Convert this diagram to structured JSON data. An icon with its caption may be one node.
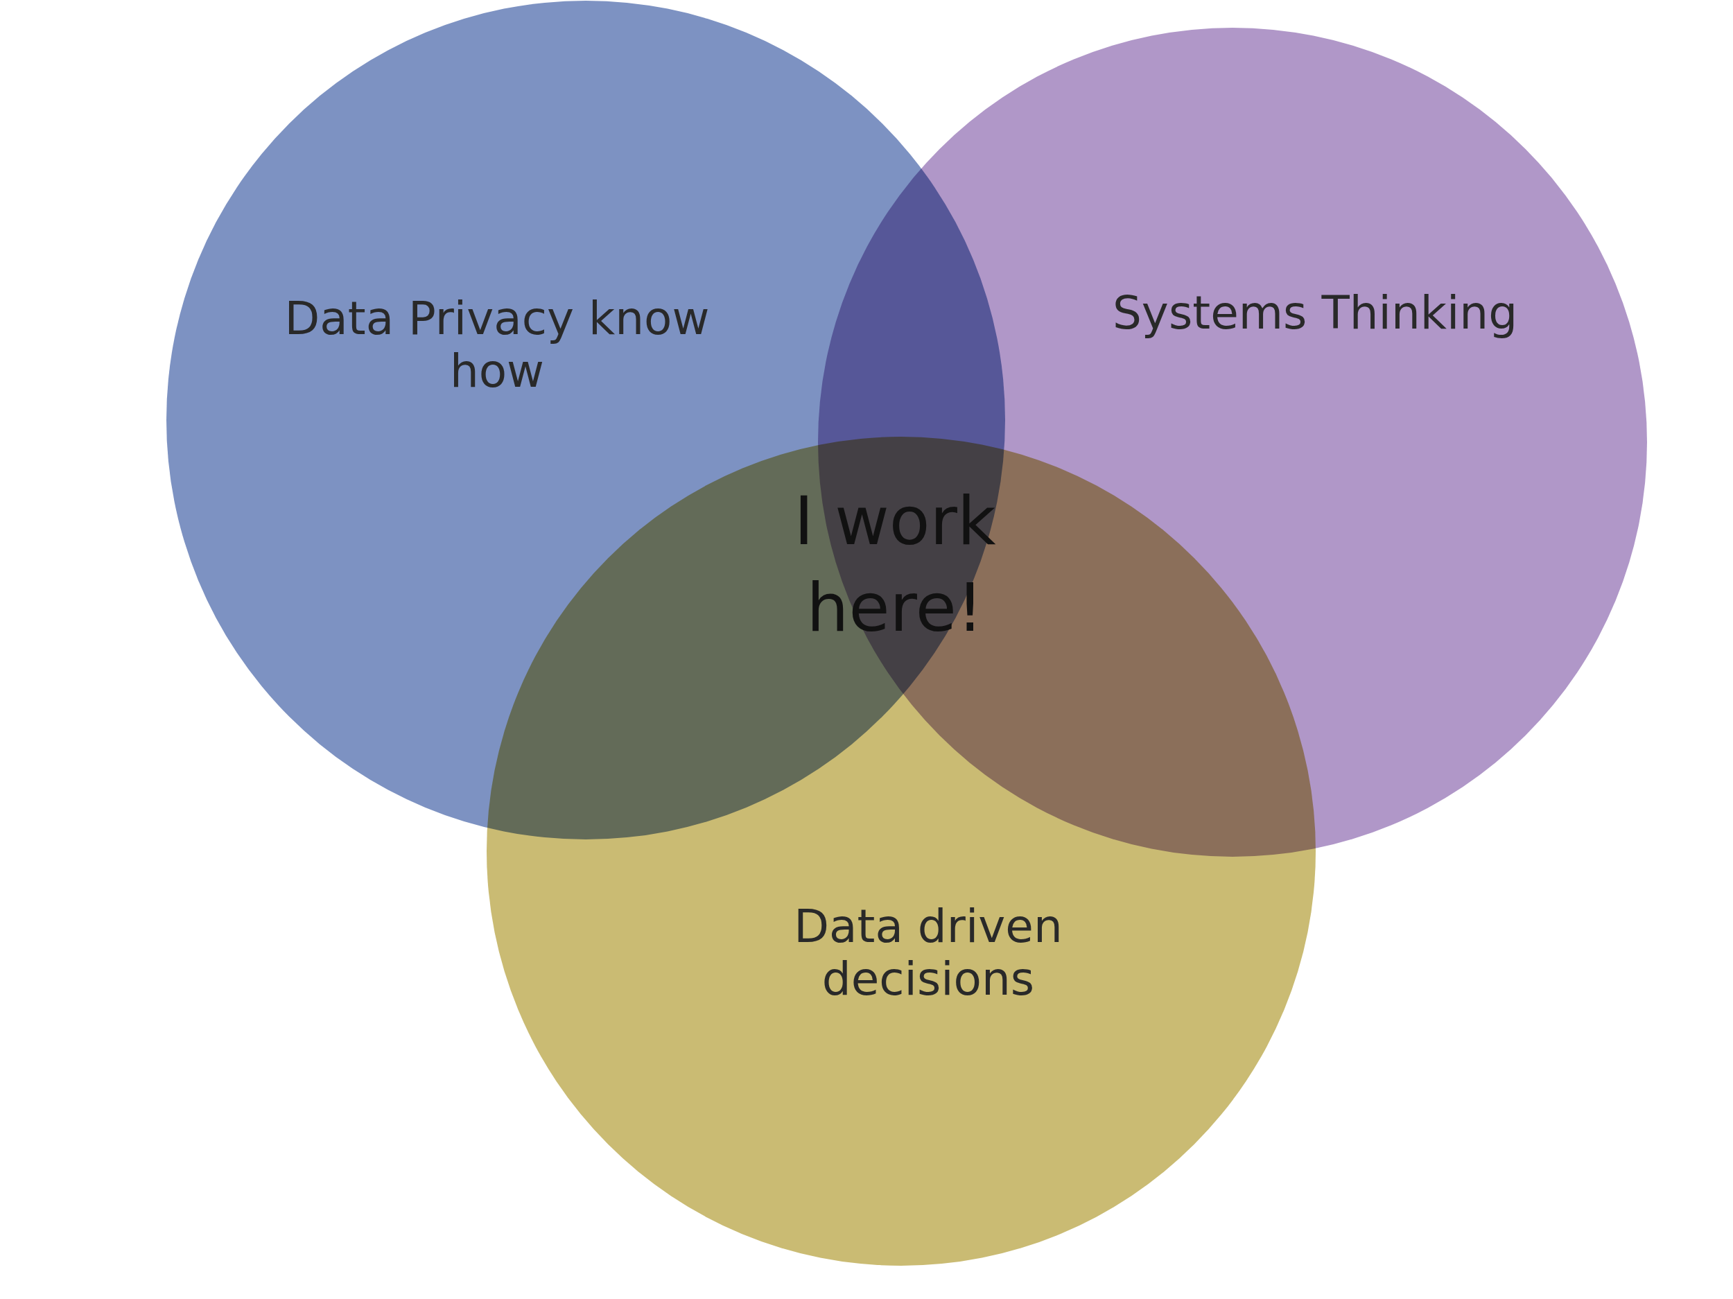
{
  "diagram": {
    "nodes": [
      {
        "text": [
          "Data Privacy know how"
        ]
      },
      {
        "text": [
          "Systems Thinking"
        ]
      },
      {
        "text": [
          "Data driven decisions"
        ]
      }
    ],
    "labels": [
      "I work here!"
    ]
  }
}
